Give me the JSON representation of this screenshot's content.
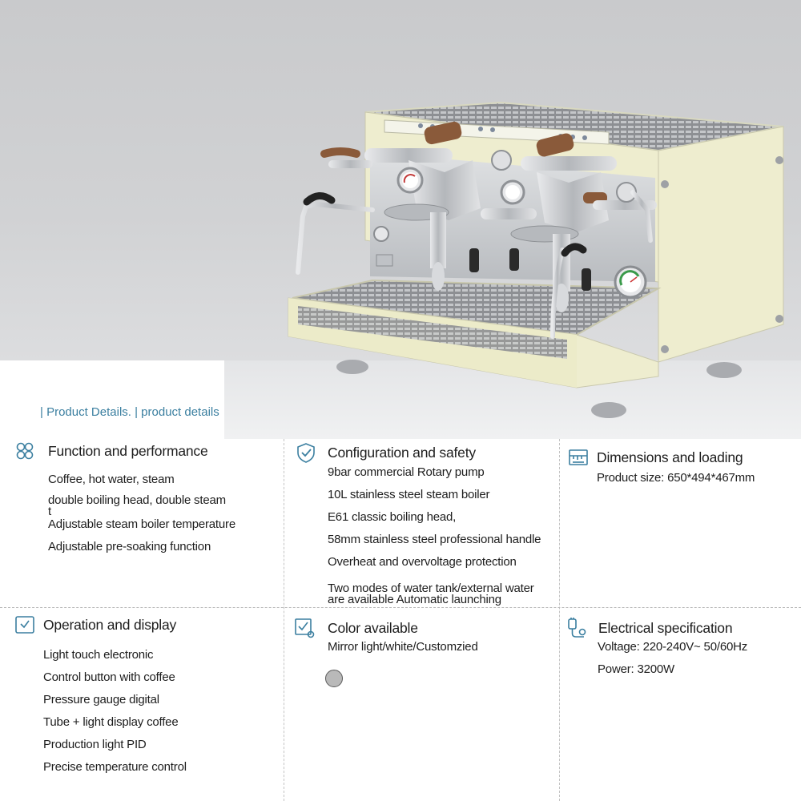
{
  "breadcrumb": "| Product Details. | product details",
  "sections": {
    "function": {
      "icon": "cluster-icon",
      "title": "Function and performance",
      "items": [
        "Coffee, hot water, steam",
        "double boiling head, double steam",
        "t",
        "Adjustable steam boiler temperature",
        "Adjustable pre-soaking function"
      ]
    },
    "config": {
      "icon": "shield-check-icon",
      "title": "Configuration and safety",
      "items": [
        "9bar commercial Rotary pump",
        "10L stainless steel steam boiler",
        "E61 classic boiling head,",
        "58mm stainless steel professional handle",
        "Overheat and overvoltage protection",
        "Two modes of water tank/external water",
        "are available Automatic launching"
      ]
    },
    "dimensions": {
      "icon": "ruler-box-icon",
      "title": "Dimensions and loading",
      "items": [
        "Product size: 650*494*467mm"
      ]
    },
    "operation": {
      "icon": "display-check-icon",
      "title": "Operation and display",
      "items": [
        "Light touch electronic",
        "Control button with coffee",
        "Pressure gauge digital",
        "Tube + light display coffee",
        "Production light PID",
        "Precise temperature control"
      ]
    },
    "color": {
      "icon": "palette-check-icon",
      "title": "Color available",
      "items": [
        "Mirror light/white/Customzied"
      ],
      "swatch_color": "#b9b9b9"
    },
    "electrical": {
      "icon": "plug-icon",
      "title": "Electrical specification",
      "items": [
        "Voltage: 220-240V~ 50/60Hz",
        "Power: 3200W"
      ]
    }
  },
  "colors": {
    "accent": "#3b7fa0",
    "machine_body": "#eeedcf",
    "hero_background": "#cfd0d2"
  }
}
